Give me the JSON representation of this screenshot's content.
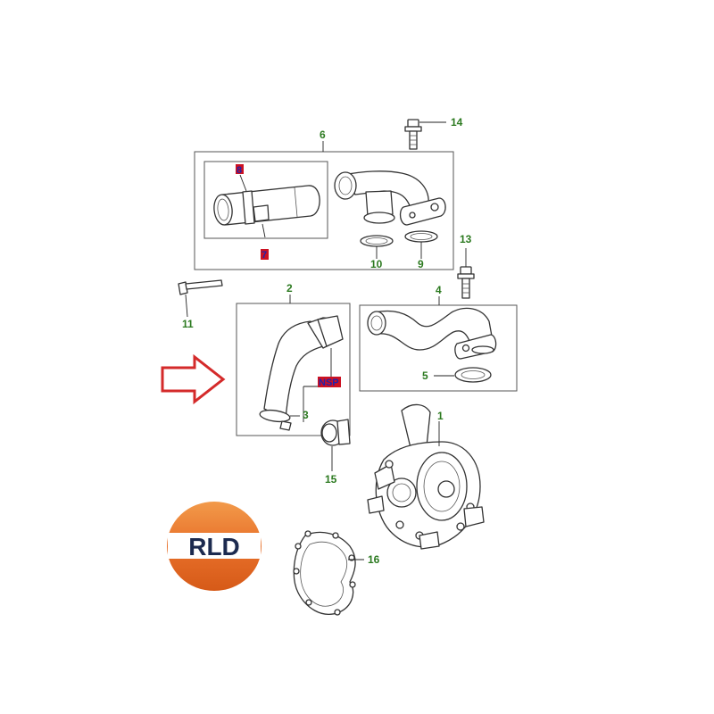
{
  "callouts": {
    "c1": "1",
    "c2": "2",
    "c3": "3",
    "c4": "4",
    "c5": "5",
    "c6": "6",
    "c7": "7",
    "c8": "8",
    "c9": "9",
    "c10": "10",
    "c11": "11",
    "c13": "13",
    "c14": "14",
    "c15": "15",
    "c16": "16"
  },
  "tag_nsp": "NSP",
  "logo_text": "RLD",
  "colors": {
    "callout_text": "#2c7a20",
    "tag_fill": "#cc1122",
    "tag_text": "#2222aa",
    "arrow": "#d42a2a",
    "logo_orange": "#e8702a",
    "logo_navy": "#1c2a4f"
  }
}
